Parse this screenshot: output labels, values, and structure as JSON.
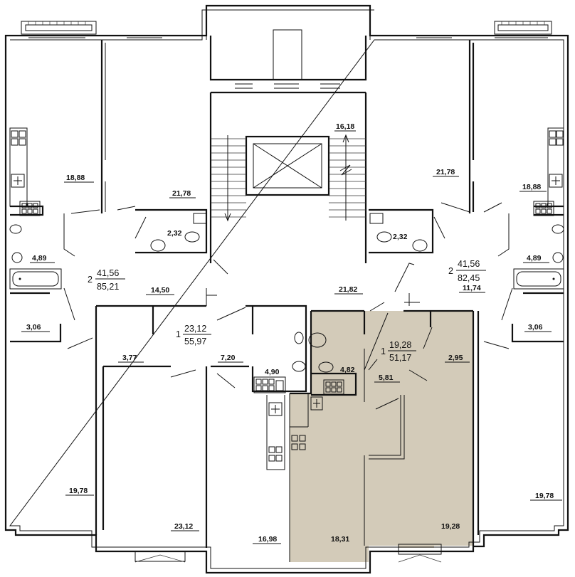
{
  "apartments": [
    {
      "id": "apt-left-2",
      "rooms": "2",
      "living": "41,56",
      "total": "85,21"
    },
    {
      "id": "apt-right-2",
      "rooms": "2",
      "living": "41,56",
      "total": "82,45"
    },
    {
      "id": "apt-center-left-1",
      "rooms": "1",
      "living": "23,12",
      "total": "55,97"
    },
    {
      "id": "apt-center-right-1",
      "rooms": "1",
      "living": "19,28",
      "total": "51,17"
    }
  ],
  "areas": {
    "a1": "16,18",
    "a2": "18,88",
    "a3": "21,78",
    "a4": "2,32",
    "a5": "4,89",
    "a6": "14,50",
    "a7": "3,06",
    "a8": "3,77",
    "a9": "19,78",
    "a10": "23,12",
    "a11": "7,20",
    "a12": "4,90",
    "a13": "16,98",
    "a14": "21,78",
    "a15": "18,88",
    "a16": "2,32",
    "a17": "4,89",
    "a18": "11,74",
    "a19": "21,82",
    "a20": "3,06",
    "a21": "2,95",
    "a22": "4,82",
    "a23": "5,81",
    "a24": "18,31",
    "a25": "19,28",
    "a26": "19,78"
  },
  "colors": {
    "highlight": "#d3cbb9",
    "wall": "#111111",
    "background": "#ffffff"
  }
}
